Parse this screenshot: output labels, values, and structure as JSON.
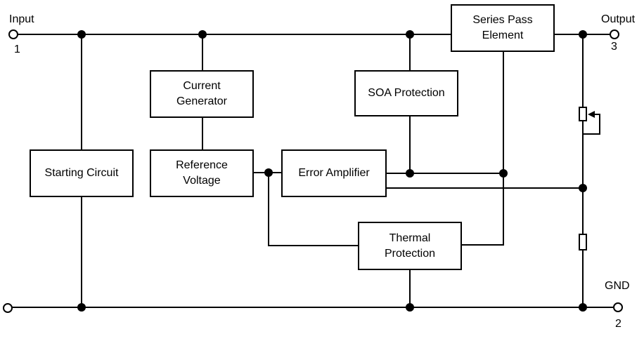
{
  "blocks": {
    "series_pass": "Series Pass Element",
    "current_generator": "Current Generator",
    "soa_protection": "SOA Protection",
    "starting_circuit": "Starting Circuit",
    "reference_voltage": "Reference Voltage",
    "error_amplifier": "Error Amplifier",
    "thermal_protection": "Thermal Protection"
  },
  "terminals": {
    "input": {
      "label": "Input",
      "pin": "1"
    },
    "output": {
      "label": "Output",
      "pin": "3"
    },
    "gnd": {
      "label": "GND",
      "pin": "2"
    }
  },
  "colors": {
    "line": "#000000",
    "background": "#ffffff"
  }
}
